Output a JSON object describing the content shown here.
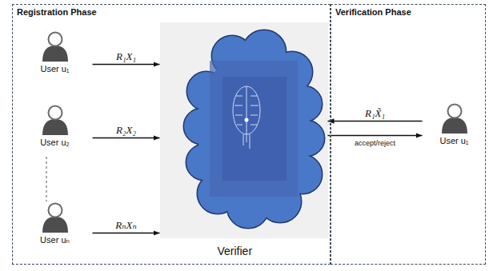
{
  "diagram": {
    "nodes": [
      {
        "text": [
          "Registration Phase"
        ]
      },
      {
        "text": [
          "User u₁"
        ],
        "in": 0
      },
      {
        "text": [
          "User u₂"
        ],
        "in": 0
      },
      {
        "text": [
          "User uₙ"
        ],
        "in": 0
      },
      {
        "text": [
          "Verifier"
        ],
        "in": 0
      },
      {
        "text": [
          "Verification Phase"
        ]
      },
      {
        "text": [
          "User u₁"
        ],
        "in": 5
      }
    ],
    "edges": [
      {
        "from": 1,
        "to": 4,
        "label": "R₁X₁",
        "arrow": "to"
      },
      {
        "from": 2,
        "to": 4,
        "label": "R₂X₂",
        "arrow": "to"
      },
      {
        "from": 3,
        "to": 4,
        "label": "RₙXₙ",
        "arrow": "to"
      },
      {
        "from": 6,
        "to": 4,
        "label": "R₁X̃₁",
        "arrow": "to"
      },
      {
        "from": 4,
        "to": 6,
        "label": "accept/reject",
        "arrow": "to"
      }
    ]
  }
}
